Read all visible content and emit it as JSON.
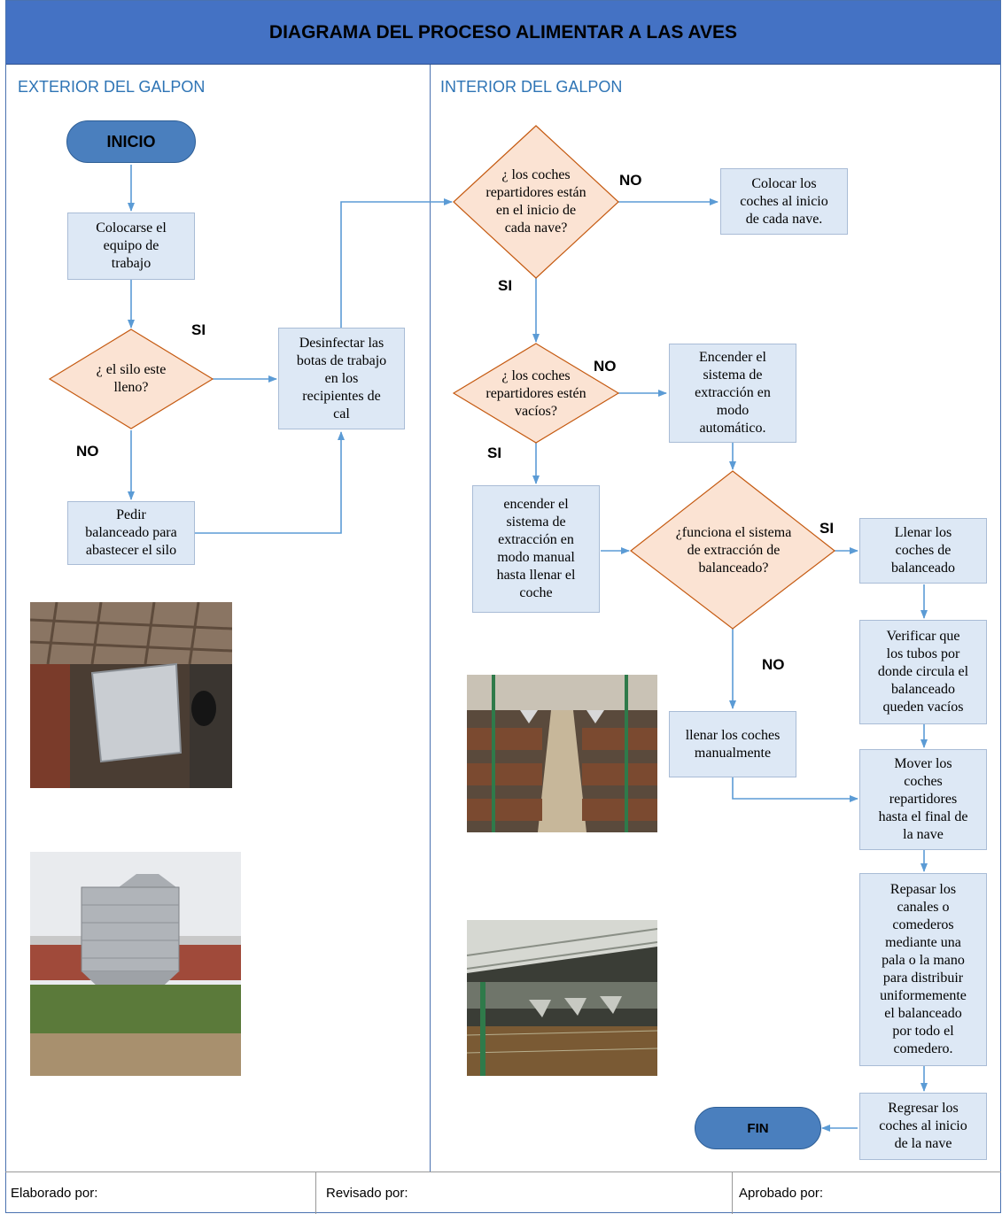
{
  "title": "DIAGRAMA DEL PROCESO ALIMENTAR A LAS AVES",
  "lanes": {
    "exterior": "EXTERIOR DEL GALPON",
    "interior": "INTERIOR DEL GALPON"
  },
  "terminals": {
    "start": "INICIO",
    "end": "FIN"
  },
  "steps": {
    "colocarse": "Colocarse el\nequipo de\ntrabajo",
    "desinfectar": "Desinfectar las\nbotas de trabajo\nen los\nrecipientes de\ncal",
    "pedir": "Pedir\nbalanceado para\nabastecer el silo",
    "colocar_coches": "Colocar los\ncoches al inicio\nde cada nave.",
    "encender_auto": "Encender el\nsistema de\nextracción en\nmodo\nautomático.",
    "encender_manual": "encender el\nsistema de\nextracción en\nmodo manual\nhasta llenar el\ncoche",
    "llenar_coches": "Llenar los\ncoches de\nbalanceado",
    "verificar": "Verificar que\nlos tubos por\ndonde circula el\nbalanceado\nqueden vacíos",
    "llenar_manual": "llenar los coches\nmanualmente",
    "mover": "Mover los\ncoches\nrepartidores\nhasta el final de\nla nave",
    "repasar": "Repasar los\ncanales o\ncomederos\nmediante una\npala o la mano\npara distribuir\nuniformemente\nel balanceado\npor todo el\ncomedero.",
    "regresar": "Regresar los\ncoches al inicio\nde la nave"
  },
  "decisions": {
    "silo": "¿ el silo este\nlleno?",
    "coches_inicio": "¿ los coches\nrepartidores están\nen el inicio de\ncada nave?",
    "coches_vacios": "¿ los coches\nrepartidores estén\nvacíos?",
    "funciona": "¿funciona el sistema\nde extracción de\nbalanceado?"
  },
  "labels": {
    "si_silo": "SI",
    "no_silo": "NO",
    "no_inicio": "NO",
    "si_inicio": "SI",
    "no_vacios": "NO",
    "si_vacios": "SI",
    "si_funciona": "SI",
    "no_funciona": "NO"
  },
  "footer": {
    "elaborado": "Elaborado por:",
    "revisado": "Revisado por:",
    "aprobado": "Aprobado por:"
  },
  "colors": {
    "header": "#4472c4",
    "process": "#dde8f5",
    "decision": "#fbe3d3",
    "terminal": "#4a7fbe",
    "connector": "#5b9bd5"
  }
}
